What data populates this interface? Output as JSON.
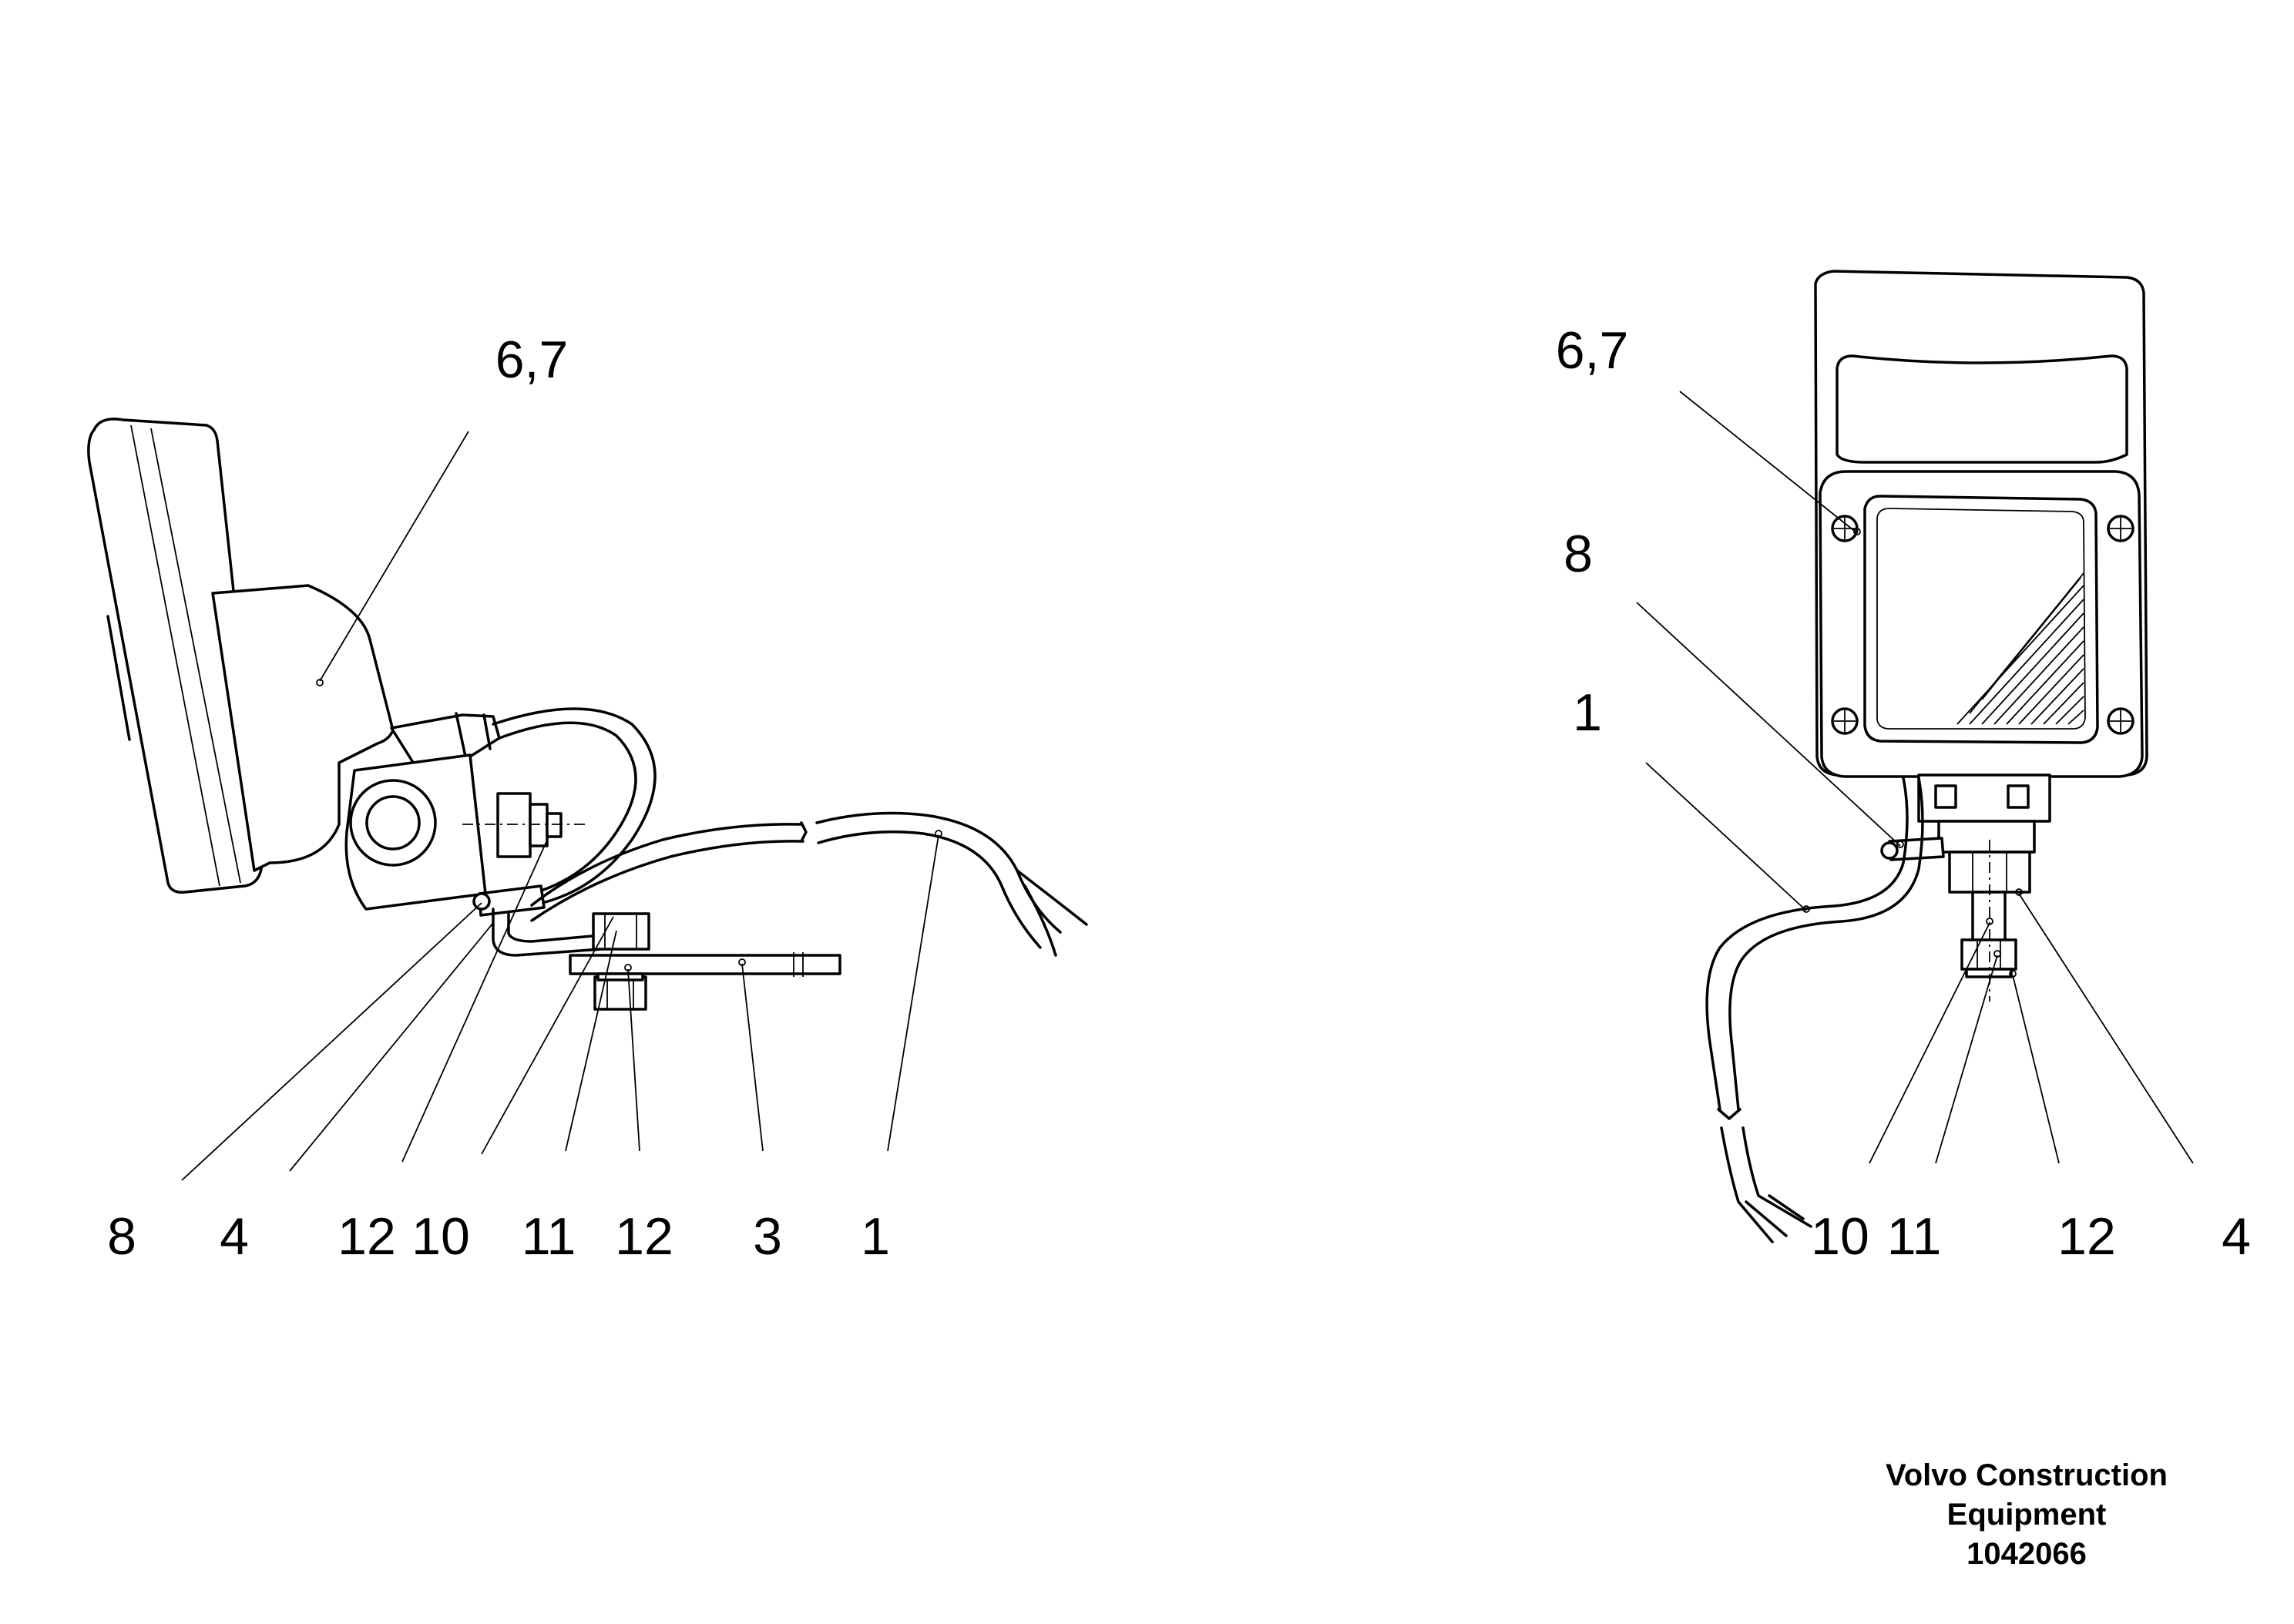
{
  "side_view": {
    "callouts_top": [
      "6,7"
    ],
    "callouts_bottom": [
      "8",
      "4",
      "12",
      "10",
      "11",
      "12",
      "3",
      "1"
    ]
  },
  "front_view": {
    "callouts_left": [
      "6,7",
      "8",
      "1"
    ],
    "callouts_bottom": [
      "10",
      "11",
      "12",
      "4"
    ]
  },
  "caption": {
    "line1": "Volvo Construction",
    "line2": "Equipment",
    "line3": "1042066"
  }
}
